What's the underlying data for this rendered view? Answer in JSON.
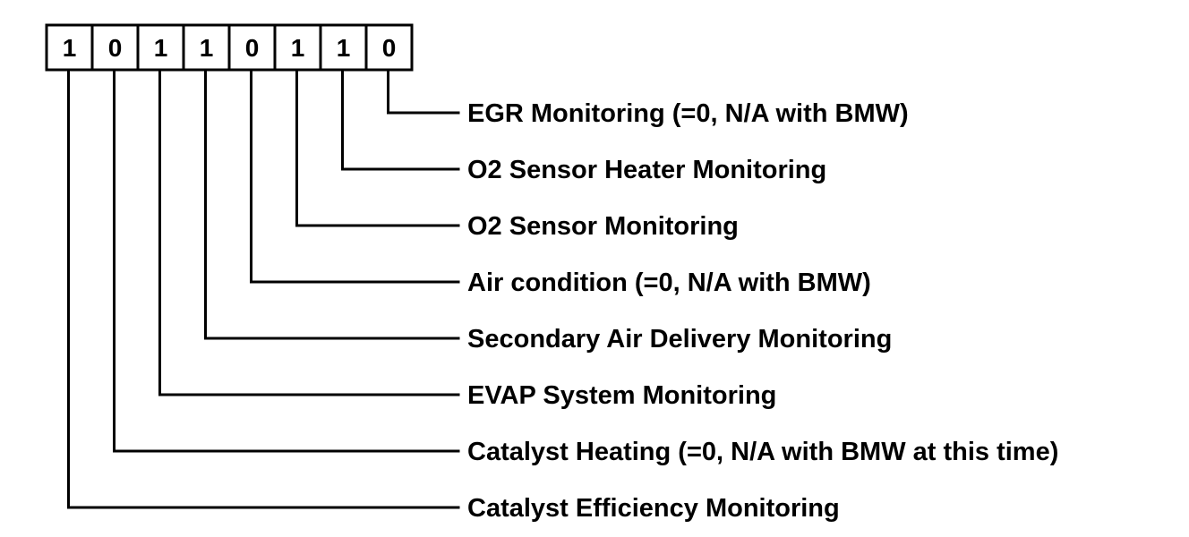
{
  "bits": [
    "1",
    "0",
    "1",
    "1",
    "0",
    "1",
    "1",
    "0"
  ],
  "labels": [
    "EGR Monitoring (=0, N/A with BMW)",
    "O2 Sensor Heater Monitoring",
    "O2 Sensor Monitoring",
    "Air condition (=0, N/A with BMW)",
    "Secondary Air Delivery Monitoring",
    "EVAP System Monitoring",
    "Catalyst Heating (=0, N/A with BMW at this time)",
    "Catalyst Efficiency Monitoring"
  ],
  "colors": {
    "ink": "#000000",
    "background": "#ffffff"
  }
}
